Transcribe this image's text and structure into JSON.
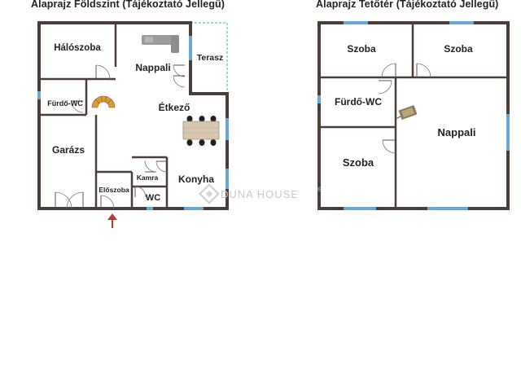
{
  "ground_floor": {
    "title": "Alaprajz Földszint (Tájékoztató Jellegű)",
    "rooms": {
      "haloszoba": "Hálószoba",
      "nappali": "Nappali",
      "terasz": "Terasz",
      "furdo_wc": "Fürdő-WC",
      "etkezo": "Étkező",
      "garazs": "Garázs",
      "kamra": "Kamra",
      "konyha": "Konyha",
      "eloszoba": "Előszoba",
      "wc": "WC"
    }
  },
  "attic_floor": {
    "title": "Alaprajz Tetőtér (Tájékoztató Jellegű)",
    "rooms": {
      "szoba_top_left": "Szoba",
      "szoba_top_right": "Szoba",
      "furdo_wc": "Fürdő-WC",
      "nappali": "Nappali",
      "szoba_bottom": "Szoba"
    }
  },
  "watermark": {
    "text": "DUNA HOUSE",
    "mark": "®"
  },
  "colors": {
    "wall": "#4a3f38",
    "window": "#6aa7d6",
    "entrance_arrow": "#c0392b",
    "terrace_outline": "#5fc4a8"
  }
}
